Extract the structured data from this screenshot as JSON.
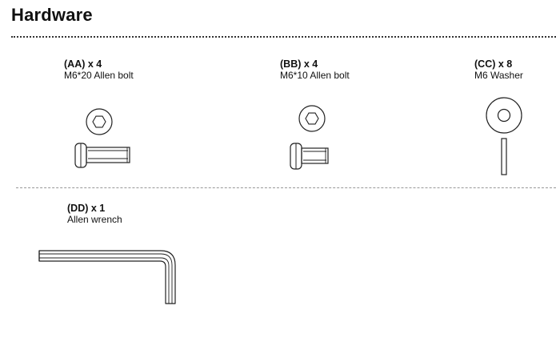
{
  "section": {
    "title": "Hardware"
  },
  "items": [
    {
      "code": "(AA) x 4",
      "description": "M6*20 Allen bolt",
      "icon": "allen-bolt-long"
    },
    {
      "code": "(BB) x 4",
      "description": "M6*10 Allen bolt",
      "icon": "allen-bolt-short"
    },
    {
      "code": "(CC) x 8",
      "description": "M6 Washer",
      "icon": "washer"
    },
    {
      "code": "(DD) x 1",
      "description": "Allen wrench",
      "icon": "allen-wrench"
    }
  ]
}
